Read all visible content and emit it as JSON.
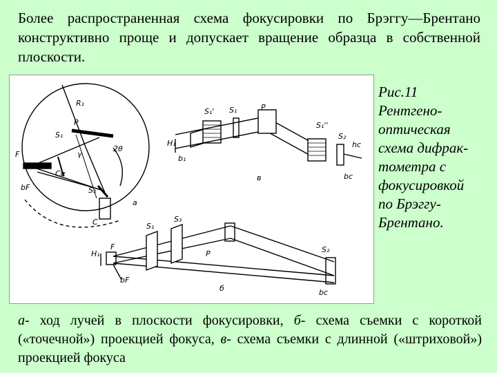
{
  "intro": {
    "text": "Более распространенная схема фокусировки по Брэггу—Брентано конструктивно проще и допускает вращение образца в собственной плоскости."
  },
  "caption": {
    "lines": [
      "Рис.11",
      "Рентгено-",
      "оптическая",
      "схема дифрак-",
      "тометра с",
      "фокусировкой",
      "по Брэггу-",
      "Брентано."
    ]
  },
  "figure": {
    "labels": {
      "R1": "R₁",
      "Sa": "S₁",
      "P": "P",
      "Y": "γ",
      "F": "F",
      "C": "C",
      "S2": "S₂",
      "bF": "bF",
      "Ca": "Cα",
      "a": "а",
      "twoTheta": "2θ",
      "S1p": "S₁'",
      "S1": "S₁",
      "Pv": "P",
      "S1pp": "S₁''",
      "S2v": "S₂",
      "H1": "H₁",
      "b1": "b₁",
      "v": "в",
      "bc": "bc",
      "hc": "hc",
      "S1b": "S₁",
      "Sab": "S₃",
      "Hb": "H₁",
      "Fb": "F",
      "Pb": "P",
      "S2b": "S₂",
      "bFb": "bF",
      "bcb": "bc",
      "d": "б"
    }
  },
  "bottom": {
    "p1_label": "а-",
    "p1_text": " ход лучей в плоскости фокусировки, ",
    "p2_label": "б-",
    "p2_text": " схема съемки с короткой («точечной») проекцией фокуса, ",
    "p3_label": "в-",
    "p3_text": " схема съемки с длинной («штриховой») проекцией фокуса"
  }
}
